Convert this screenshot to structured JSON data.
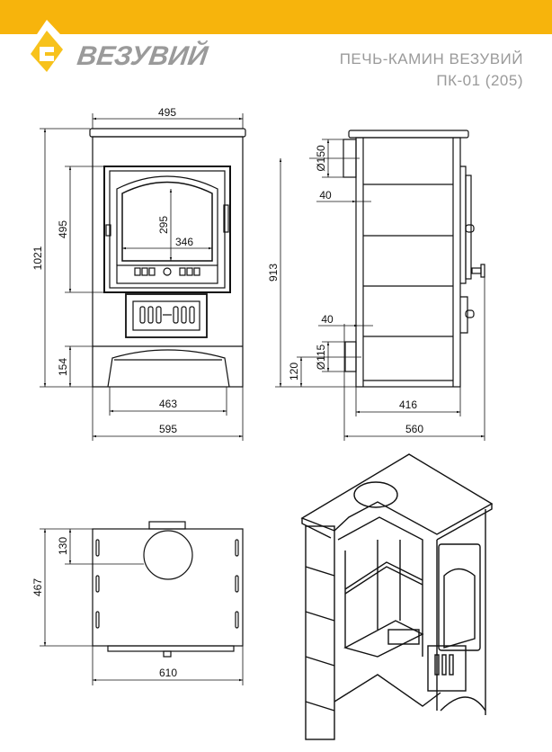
{
  "header": {
    "brand": "ВЕЗУВИЙ",
    "title_line1": "ПЕЧЬ-КАМИН ВЕЗУВИЙ",
    "title_line2": "ПК-01 (205)",
    "accent_color": "#f7b40c",
    "text_color": "#9a9a9a"
  },
  "front_view": {
    "width_top": "495",
    "height_total": "1021",
    "door_height": "495",
    "glass_height": "295",
    "glass_width": "346",
    "base_height": "154",
    "base_width": "463",
    "width_total": "595"
  },
  "side_view": {
    "flue_top_diameter": "Ø150",
    "offset_top": "40",
    "height_flue": "913",
    "offset_bottom": "40",
    "air_inlet_diameter": "Ø115",
    "air_inlet_height": "120",
    "body_depth": "416",
    "depth_total": "560"
  },
  "top_view": {
    "flue_offset": "130",
    "depth": "467",
    "width": "610"
  }
}
